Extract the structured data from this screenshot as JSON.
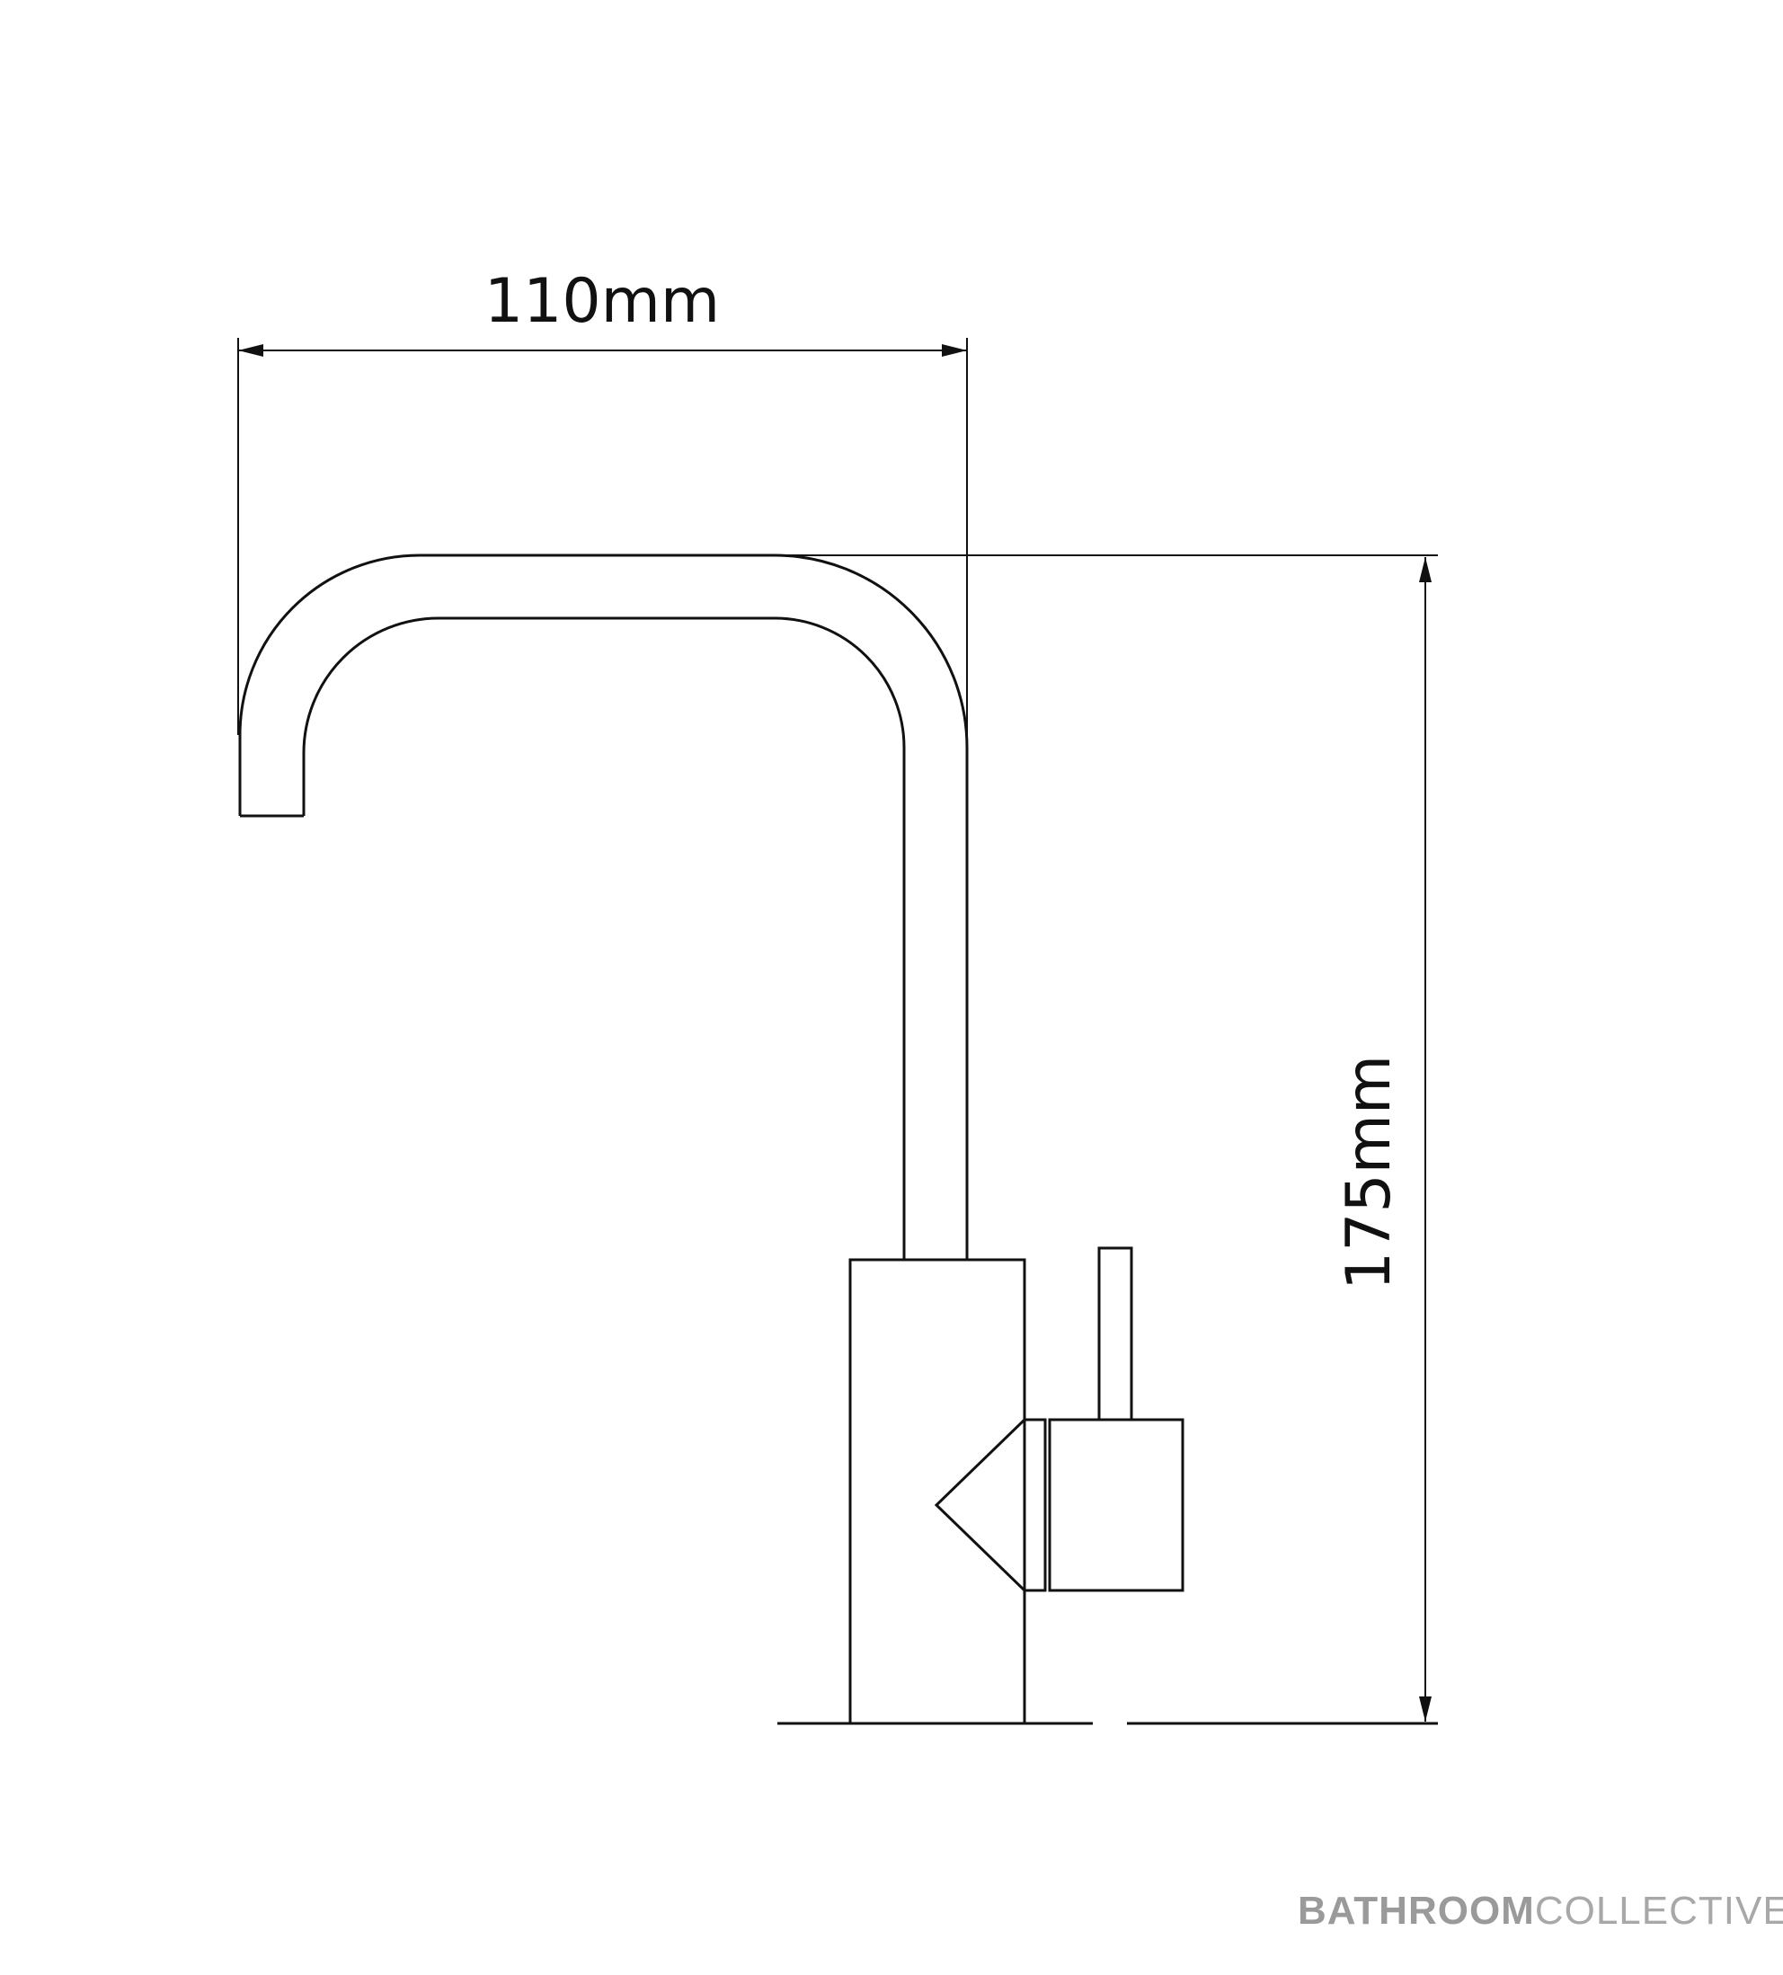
{
  "dimensions": {
    "width_label": "110mm",
    "height_label": "175mm"
  },
  "brand": {
    "part1": "BATHROOM",
    "part2": "COLLECTIVE",
    "color": "#9a9a9a"
  },
  "line_color": "#111111"
}
